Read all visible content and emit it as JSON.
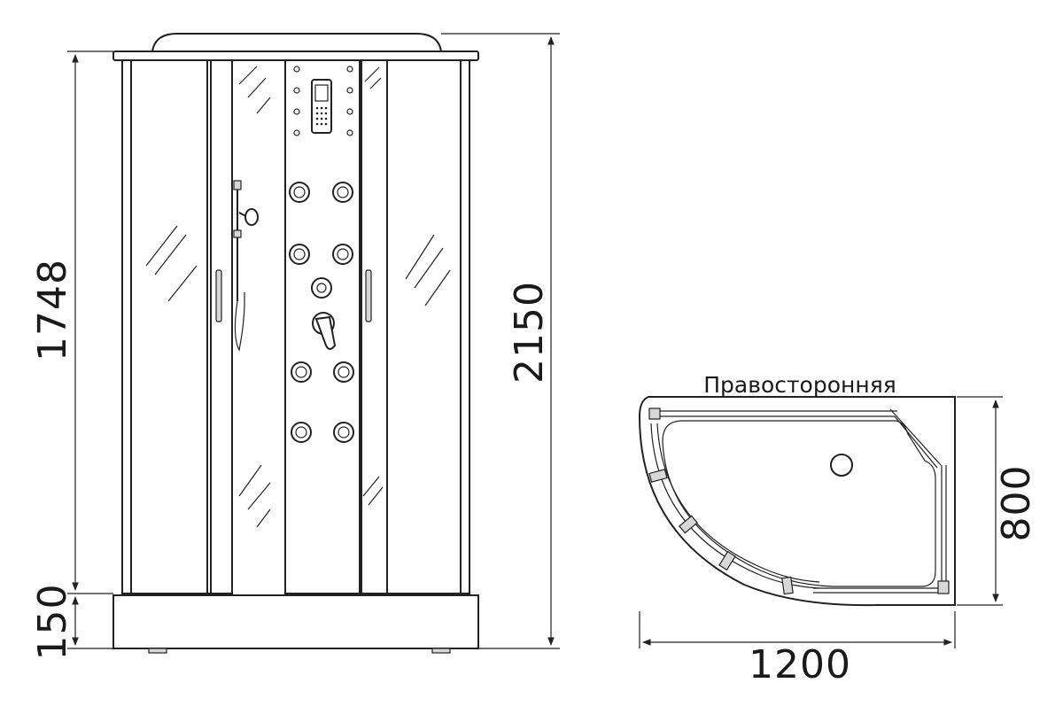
{
  "dimensions": {
    "cabin_height": "1748",
    "tray_height": "150",
    "total_height": "2150",
    "width": "1200",
    "depth": "800"
  },
  "plan_caption": "Правосторонняя",
  "colors": {
    "line": "#222222",
    "background": "#ffffff",
    "profile_fill": "#d8d8d8"
  }
}
